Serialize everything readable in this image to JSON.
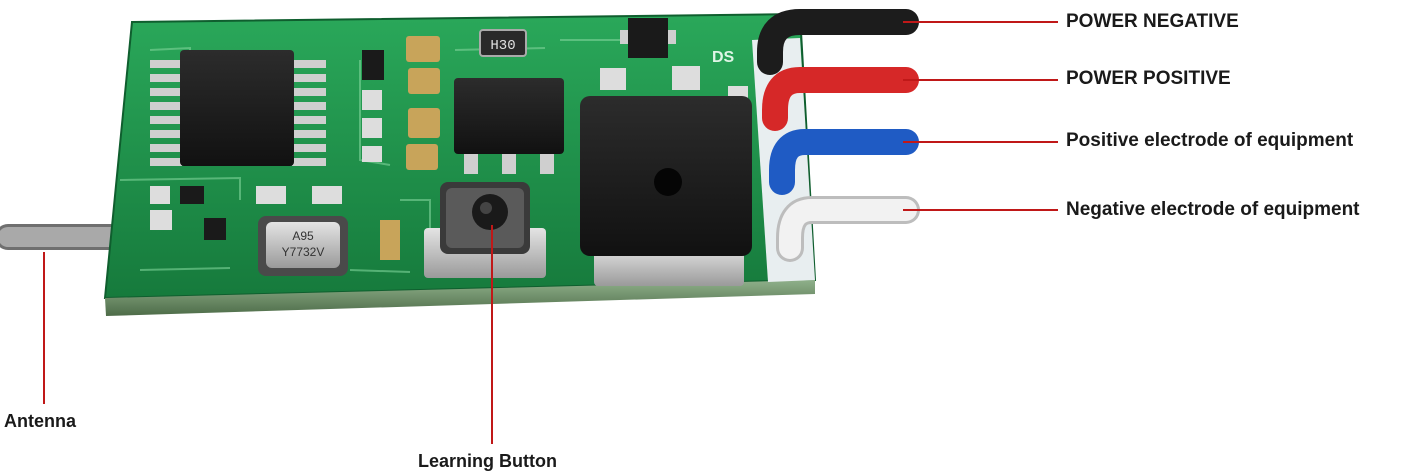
{
  "board": {
    "inductor_marking": "H30",
    "crystal_marking_1": "A95",
    "crystal_marking_2": "Y7732V",
    "silk_marking": "DS"
  },
  "labels": {
    "power_negative": "POWER NEGATIVE",
    "power_positive": "POWER POSITIVE",
    "positive_electrode": "Positive electrode of equipment",
    "negative_electrode": "Negative electrode of equipment",
    "antenna": "Antenna",
    "learning_button": "Learning Button"
  },
  "colors": {
    "pcb": "#1e8c4a",
    "leader_line": "#c01818",
    "wire_black": "#1c1c1c",
    "wire_red": "#d62828",
    "wire_blue": "#1f5bc4",
    "wire_white": "#f0f0f0",
    "wire_antenna": "#8a8a8a"
  }
}
